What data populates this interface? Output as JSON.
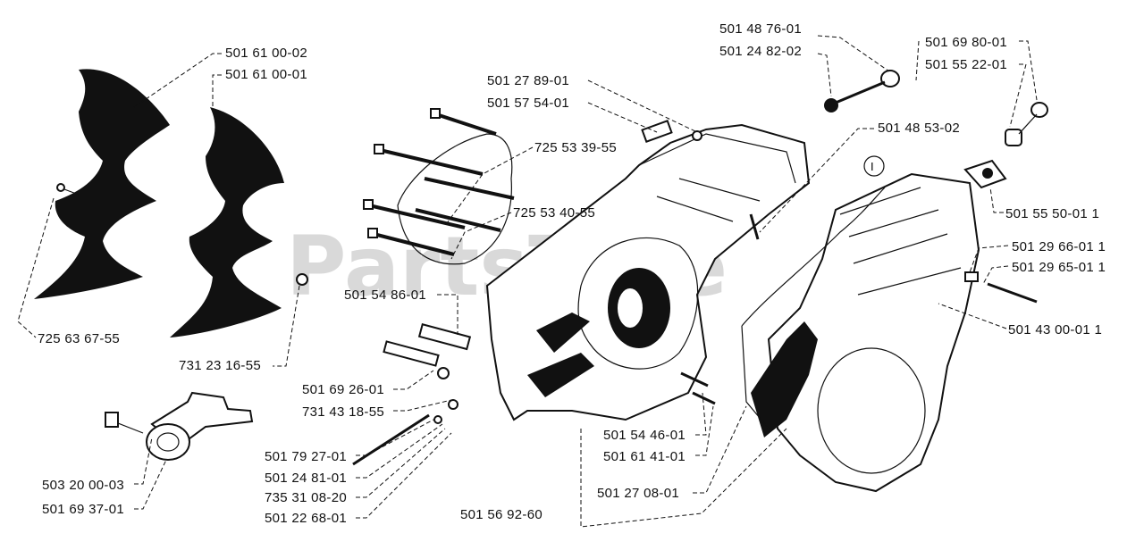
{
  "watermark": "PartsTree",
  "watermark_tm": "TM",
  "callouts": [
    {
      "id": "c1",
      "text": "501 61 00-02"
    },
    {
      "id": "c2",
      "text": "501 61 00-01"
    },
    {
      "id": "c3",
      "text": "725 63 67-55"
    },
    {
      "id": "c4",
      "text": "731 23 16-55"
    },
    {
      "id": "c5",
      "text": "501 27 89-01"
    },
    {
      "id": "c6",
      "text": "501 57 54-01"
    },
    {
      "id": "c7",
      "text": "725 53 39-55"
    },
    {
      "id": "c8",
      "text": "725 53 40-55"
    },
    {
      "id": "c9",
      "text": "501 48 76-01"
    },
    {
      "id": "c10",
      "text": "501 24 82-02"
    },
    {
      "id": "c11",
      "text": "501 48 53-02"
    },
    {
      "id": "c12",
      "text": "501 69 80-01"
    },
    {
      "id": "c13",
      "text": "501 55 22-01"
    },
    {
      "id": "c14",
      "text": "501 55 50-01 1"
    },
    {
      "id": "c15",
      "text": "501 29 66-01 1"
    },
    {
      "id": "c16",
      "text": "501 29 65-01 1"
    },
    {
      "id": "c17",
      "text": "501 43 00-01 1"
    },
    {
      "id": "c18",
      "text": "501 54 86-01"
    },
    {
      "id": "c19",
      "text": "501 69 26-01"
    },
    {
      "id": "c20",
      "text": "731 43 18-55"
    },
    {
      "id": "c21",
      "text": "501 79 27-01"
    },
    {
      "id": "c22",
      "text": "501 24 81-01"
    },
    {
      "id": "c23",
      "text": "735 31 08-20"
    },
    {
      "id": "c24",
      "text": "501 22 68-01"
    },
    {
      "id": "c25",
      "text": "503 20 00-03"
    },
    {
      "id": "c26",
      "text": "501 69 37-01"
    },
    {
      "id": "c27",
      "text": "501 54 46-01"
    },
    {
      "id": "c28",
      "text": "501 61 41-01"
    },
    {
      "id": "c29",
      "text": "501 27 08-01"
    },
    {
      "id": "c30",
      "text": "501 56 92-60"
    }
  ],
  "circled_marker": "I"
}
